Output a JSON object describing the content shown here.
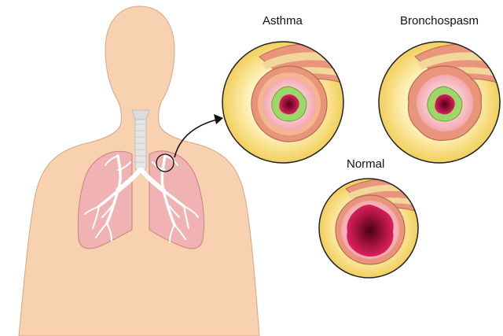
{
  "labels": {
    "asthma": "Asthma",
    "bronchospasm": "Bronchospasm",
    "normal": "Normal"
  },
  "colors": {
    "skin": "#f8d2b0",
    "skin_outline": "#d6a584",
    "lung": "#f0b2b2",
    "lung_outline": "#c98080",
    "bronchi": "#ffffff",
    "trachea": "#e6e6e6",
    "tissue_yellow": "#f5da72",
    "airway_wall": "#e9957b",
    "mucosa_pink": "#f7c4c4",
    "mucus_green": "#9fd66a",
    "lumen_dark": "#a0103d",
    "outline": "#222222"
  },
  "icons": {
    "pointer": "curved-arrow-icon",
    "magnifier": "circle-highlight-icon"
  }
}
